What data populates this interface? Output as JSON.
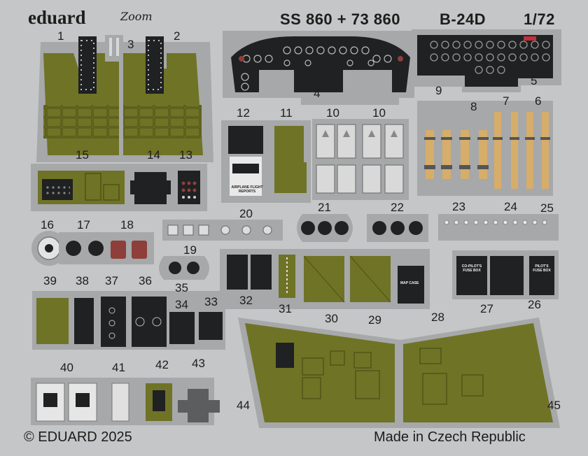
{
  "header": {
    "brand": "eduard",
    "series_logo": "Zoom",
    "set_code": "SS 860 + 73 860",
    "aircraft": "B-24D",
    "scale": "1/72"
  },
  "part_numbers": [
    "1",
    "2",
    "3",
    "4",
    "5",
    "6",
    "7",
    "8",
    "9",
    "10",
    "10",
    "11",
    "12",
    "13",
    "14",
    "15",
    "16",
    "17",
    "18",
    "19",
    "20",
    "21",
    "22",
    "23",
    "24",
    "25",
    "26",
    "27",
    "28",
    "29",
    "30",
    "31",
    "32",
    "33",
    "34",
    "35",
    "36",
    "37",
    "38",
    "39",
    "40",
    "41",
    "42",
    "43",
    "44",
    "45"
  ],
  "part_labels": {
    "airplane_flight_reports": "AIRPLANE FLIGHT REPORTS",
    "copilot_fuse_box": "CO-PILOT'S FUSE BOX",
    "pilot_fuse_box": "PILOT'S FUSE BOX",
    "map_case": "MAP CASE"
  },
  "footer": {
    "copyright": "© EDUARD 2025",
    "origin": "Made in Czech Republic"
  },
  "colors": {
    "fret": "#c4c6c7",
    "frame": "#a6a8aa",
    "olive_drab": "#6f7325",
    "instrument_black": "#1f2123",
    "seatbelt_tan": "#d7ad6a",
    "placard_red": "#8e3f3a"
  }
}
